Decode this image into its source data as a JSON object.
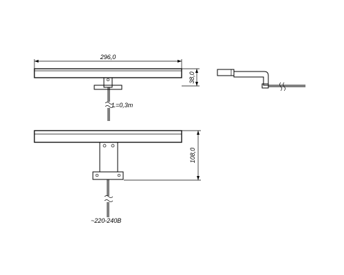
{
  "dimensions": {
    "top_width": "296,0",
    "top_height": "38,0",
    "front_height": "108,0"
  },
  "labels": {
    "cable_length": "L=0,3m",
    "voltage": "~220-240В"
  }
}
